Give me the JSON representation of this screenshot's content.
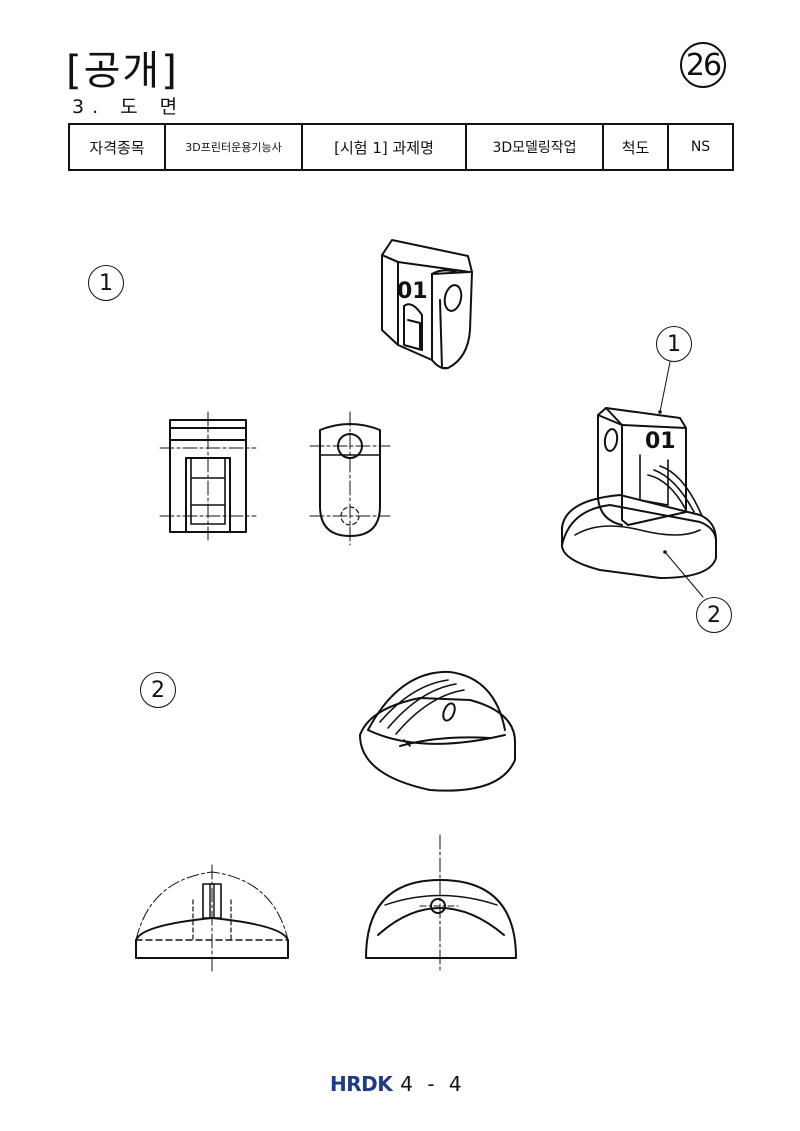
{
  "header": {
    "title": "[공개]",
    "subtitle": "3. 도 면",
    "badge": "26"
  },
  "info_table": {
    "cells": [
      "자격종목",
      "3D프린터운용기능사",
      "[시험 1] 과제명",
      "3D모델링작업",
      "척도",
      "NS"
    ]
  },
  "part_labels": {
    "part1": "1",
    "part2": "2",
    "assembly_callout1": "1",
    "assembly_callout2": "2"
  },
  "engravings": {
    "part1_mark": "01",
    "assembly_mark": "01"
  },
  "footer": {
    "logo": "HRDK",
    "page": "4 - 4"
  }
}
